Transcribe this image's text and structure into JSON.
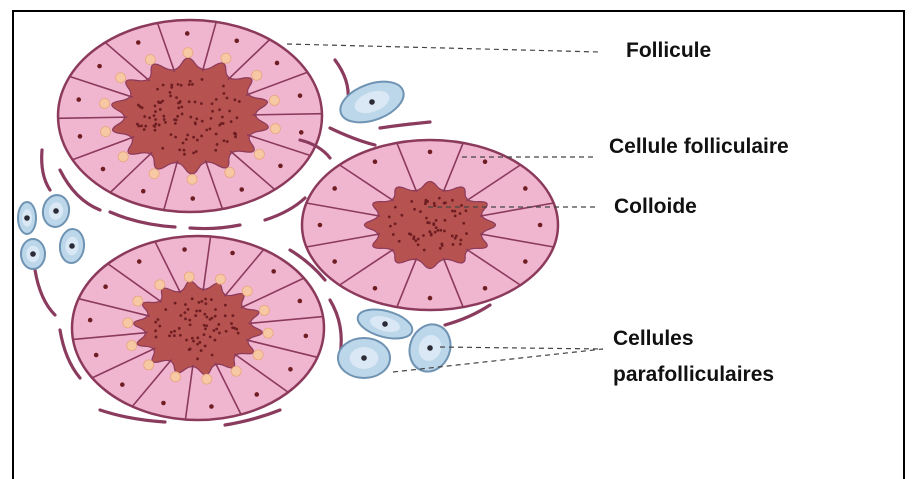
{
  "labels": {
    "follicule": "Follicule",
    "cellule_folliculaire": "Cellule folliculaire",
    "colloide": "Colloide",
    "cellules_parafolliculaires_line1": "Cellules",
    "cellules_parafolliculaires_line2": "parafolliculaires"
  },
  "colors": {
    "cell_fill": "#f0b6d0",
    "cell_border": "#8c3a5c",
    "colloid": "#b6524f",
    "colloid_dot": "#6e1e22",
    "parafollicular_fill": "#bcd6ea",
    "parafollicular_border": "#6f93b2",
    "nucleus": "#2c2c38",
    "membrane": "#8a3b5e",
    "granule": "#f6c9a4"
  }
}
